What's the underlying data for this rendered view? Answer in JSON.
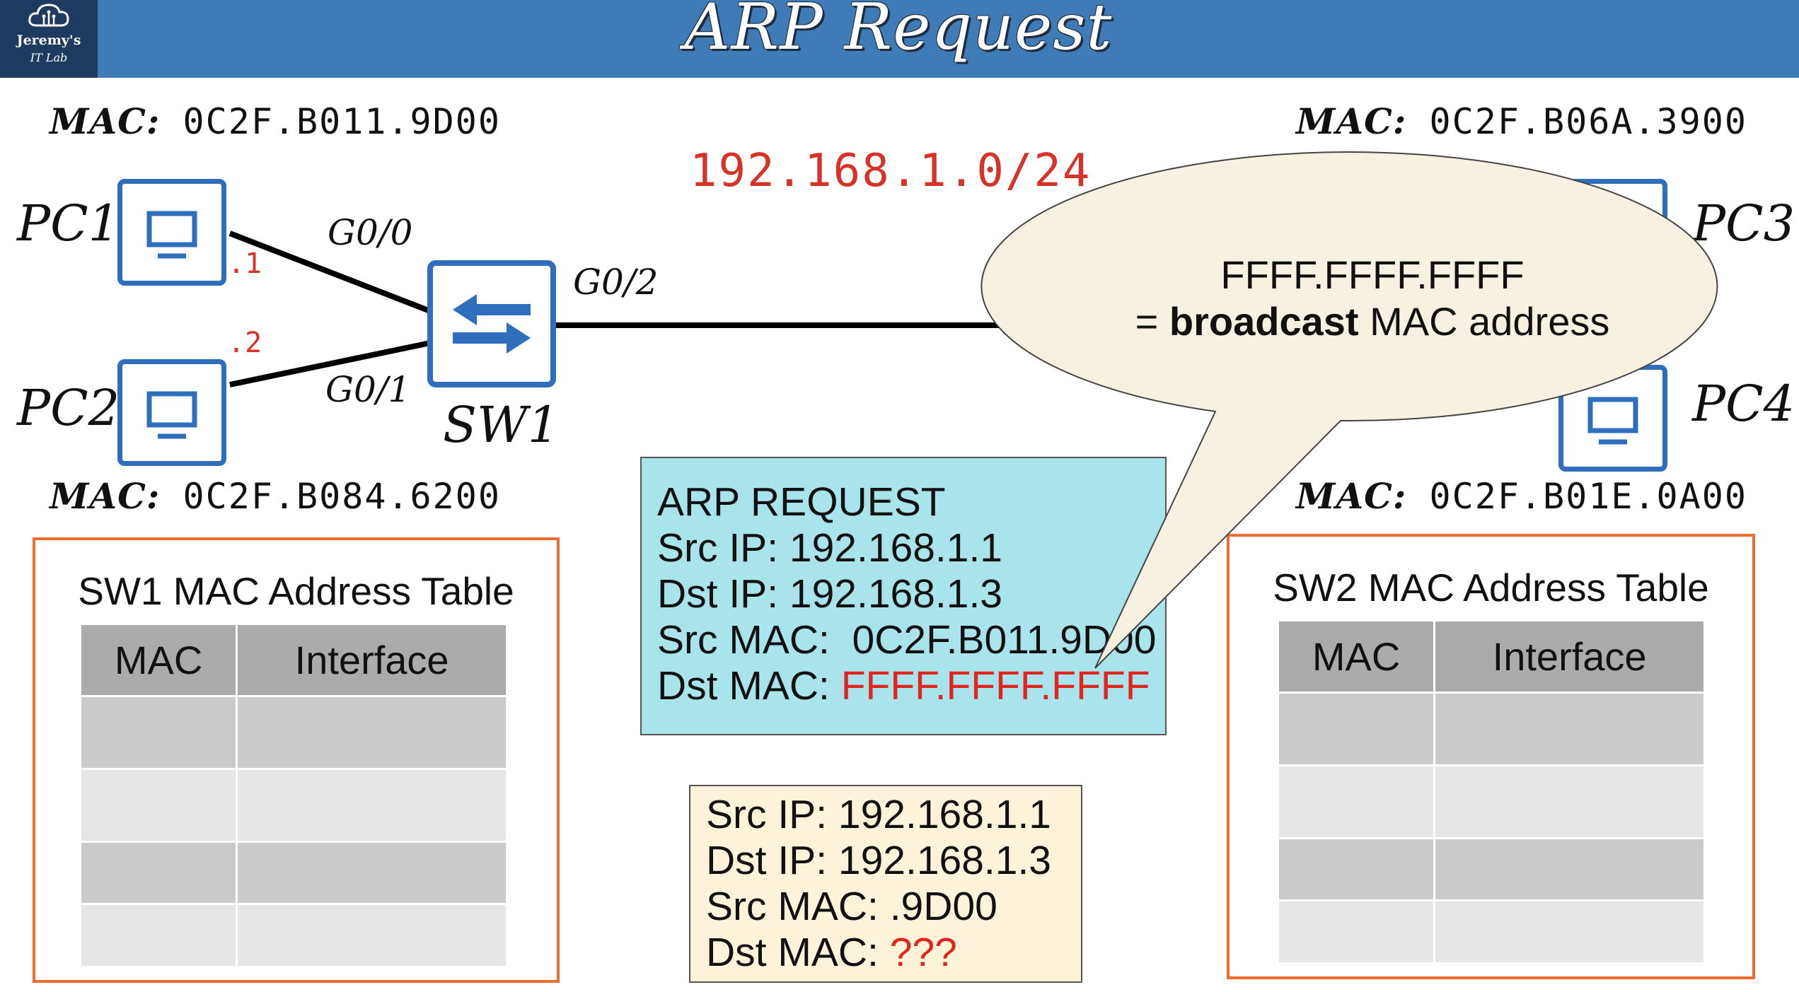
{
  "header": {
    "logo_line1": "Jeremy's",
    "logo_line2": "IT Lab",
    "title": "ARP Request"
  },
  "network": {
    "subnet": "192.168.1.0/24",
    "mac_prefix": "MAC:",
    "pc1": {
      "name": "PC1",
      "mac": "0C2F.B011.9D00",
      "ip_suffix": ".1"
    },
    "pc2": {
      "name": "PC2",
      "mac": "0C2F.B084.6200",
      "ip_suffix": ".2"
    },
    "pc3": {
      "name": "PC3",
      "mac": "0C2F.B06A.3900"
    },
    "pc4": {
      "name": "PC4",
      "mac": "0C2F.B01E.0A00"
    },
    "sw1": {
      "name": "SW1",
      "if_g00": "G0/0",
      "if_g01": "G0/1",
      "if_g02": "G0/2"
    }
  },
  "arp_request": {
    "heading": "ARP REQUEST",
    "src_ip_label": "Src IP:",
    "src_ip": "192.168.1.1",
    "dst_ip_label": "Dst IP:",
    "dst_ip": "192.168.1.3",
    "src_mac_label": "Src MAC:",
    "src_mac": "0C2F.B011.9D00",
    "dst_mac_label": "Dst MAC:",
    "dst_mac": "FFFF.FFFF.FFFF"
  },
  "frame": {
    "src_ip_label": "Src IP:",
    "src_ip": "192.168.1.1",
    "dst_ip_label": "Dst IP:",
    "dst_ip": "192.168.1.3",
    "src_mac_label": "Src MAC:",
    "src_mac": ".9D00",
    "dst_mac_label": "Dst MAC:",
    "dst_mac": "???"
  },
  "callout": {
    "line1": "FFFF.FFFF.FFFF",
    "line2_prefix": "= ",
    "line2_bold": "broadcast",
    "line2_suffix": " MAC address"
  },
  "sw1_table": {
    "title": "SW1 MAC Address Table",
    "col_mac": "MAC",
    "col_interface": "Interface"
  },
  "sw2_table": {
    "title": "SW2 MAC Address Table",
    "col_mac": "MAC",
    "col_interface": "Interface"
  },
  "colors": {
    "banner": "#3f7bb7",
    "device_blue": "#2f6dbd",
    "red": "#e2241f",
    "table_border": "#ec6d2e",
    "arp_bg": "#a9e3ec",
    "frame_bg": "#fcf3d8",
    "callout_bg": "#f6f1e0"
  },
  "icons": [
    "cloud-circuit-logo-icon",
    "pc-monitor-icon",
    "switch-arrows-icon"
  ]
}
